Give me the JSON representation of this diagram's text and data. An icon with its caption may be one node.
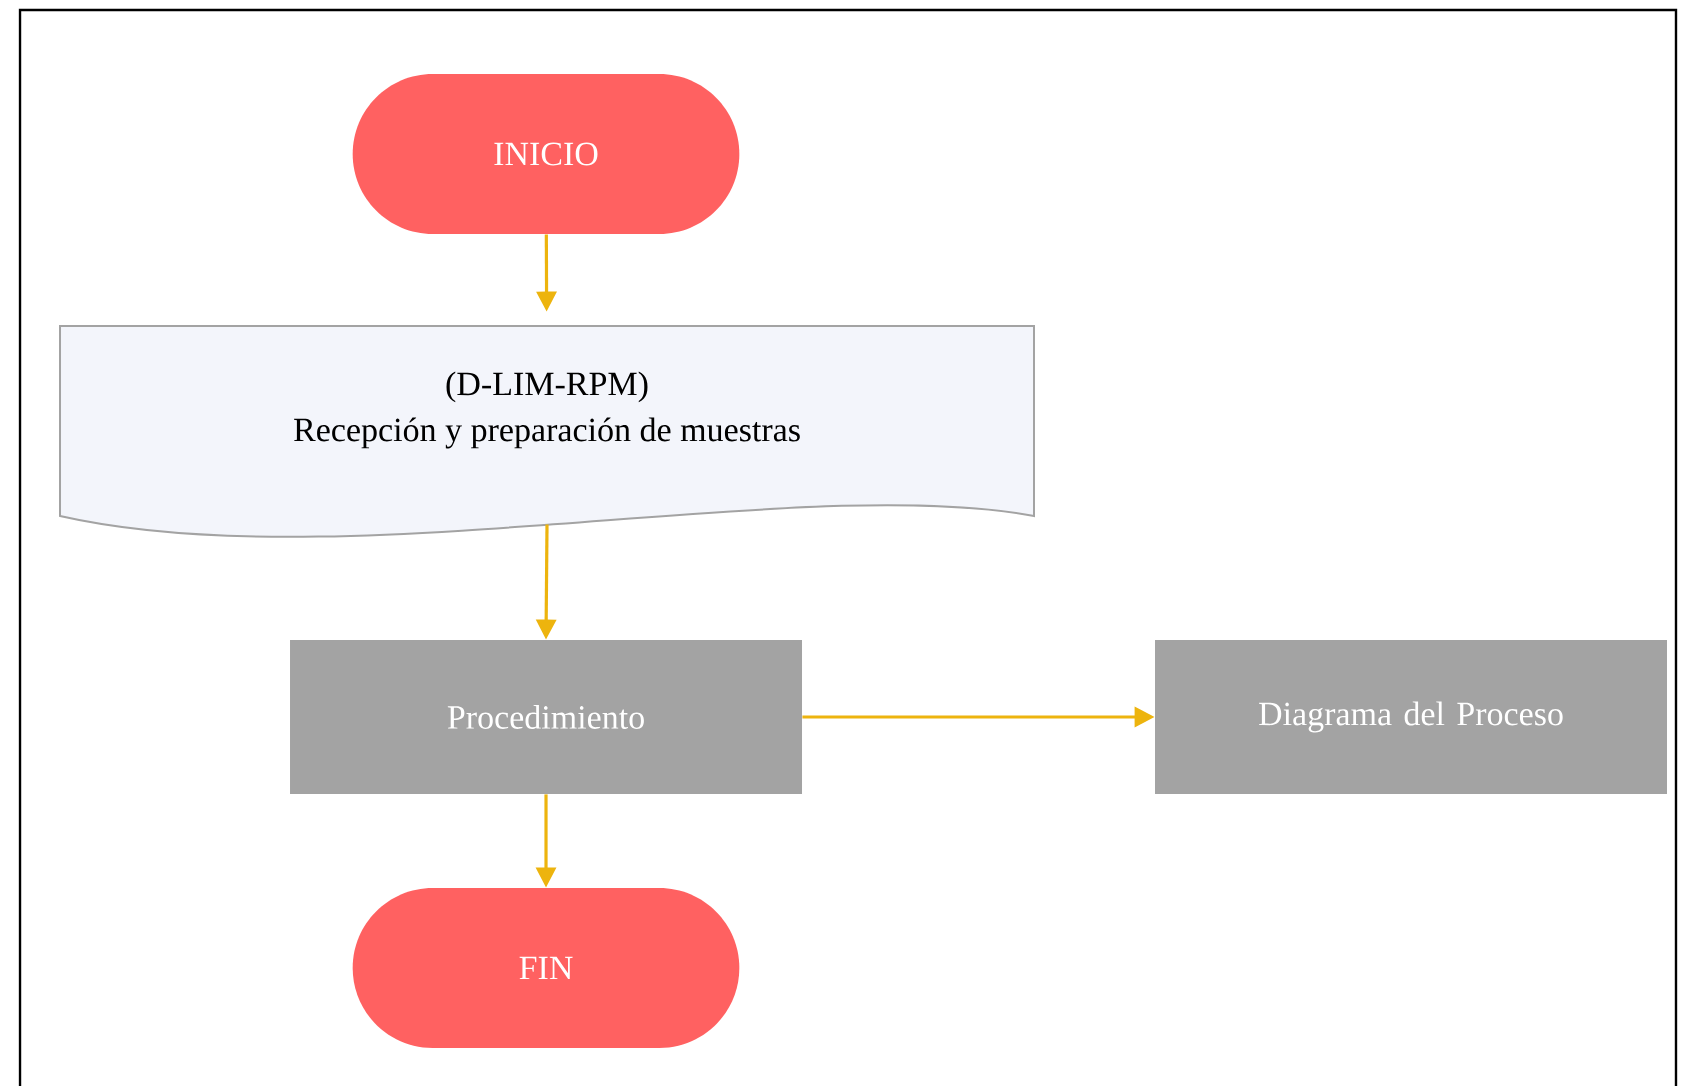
{
  "diagram": {
    "nodes": [
      {
        "text": [
          "INICIO"
        ]
      },
      {
        "text": [
          "(D-LIM-RPM)",
          "Recepción y preparación de muestras"
        ]
      },
      {
        "text": [
          "Procedimiento"
        ]
      },
      {
        "text": [
          "Diagrama del Proceso"
        ]
      },
      {
        "text": [
          "FIN"
        ]
      }
    ],
    "edges": [
      {
        "from": 0,
        "to": 1,
        "arrow": "to"
      },
      {
        "from": 1,
        "to": 2,
        "arrow": "to"
      },
      {
        "from": 2,
        "to": 3,
        "arrow": "to"
      },
      {
        "from": 2,
        "to": 4,
        "arrow": "to"
      }
    ]
  }
}
